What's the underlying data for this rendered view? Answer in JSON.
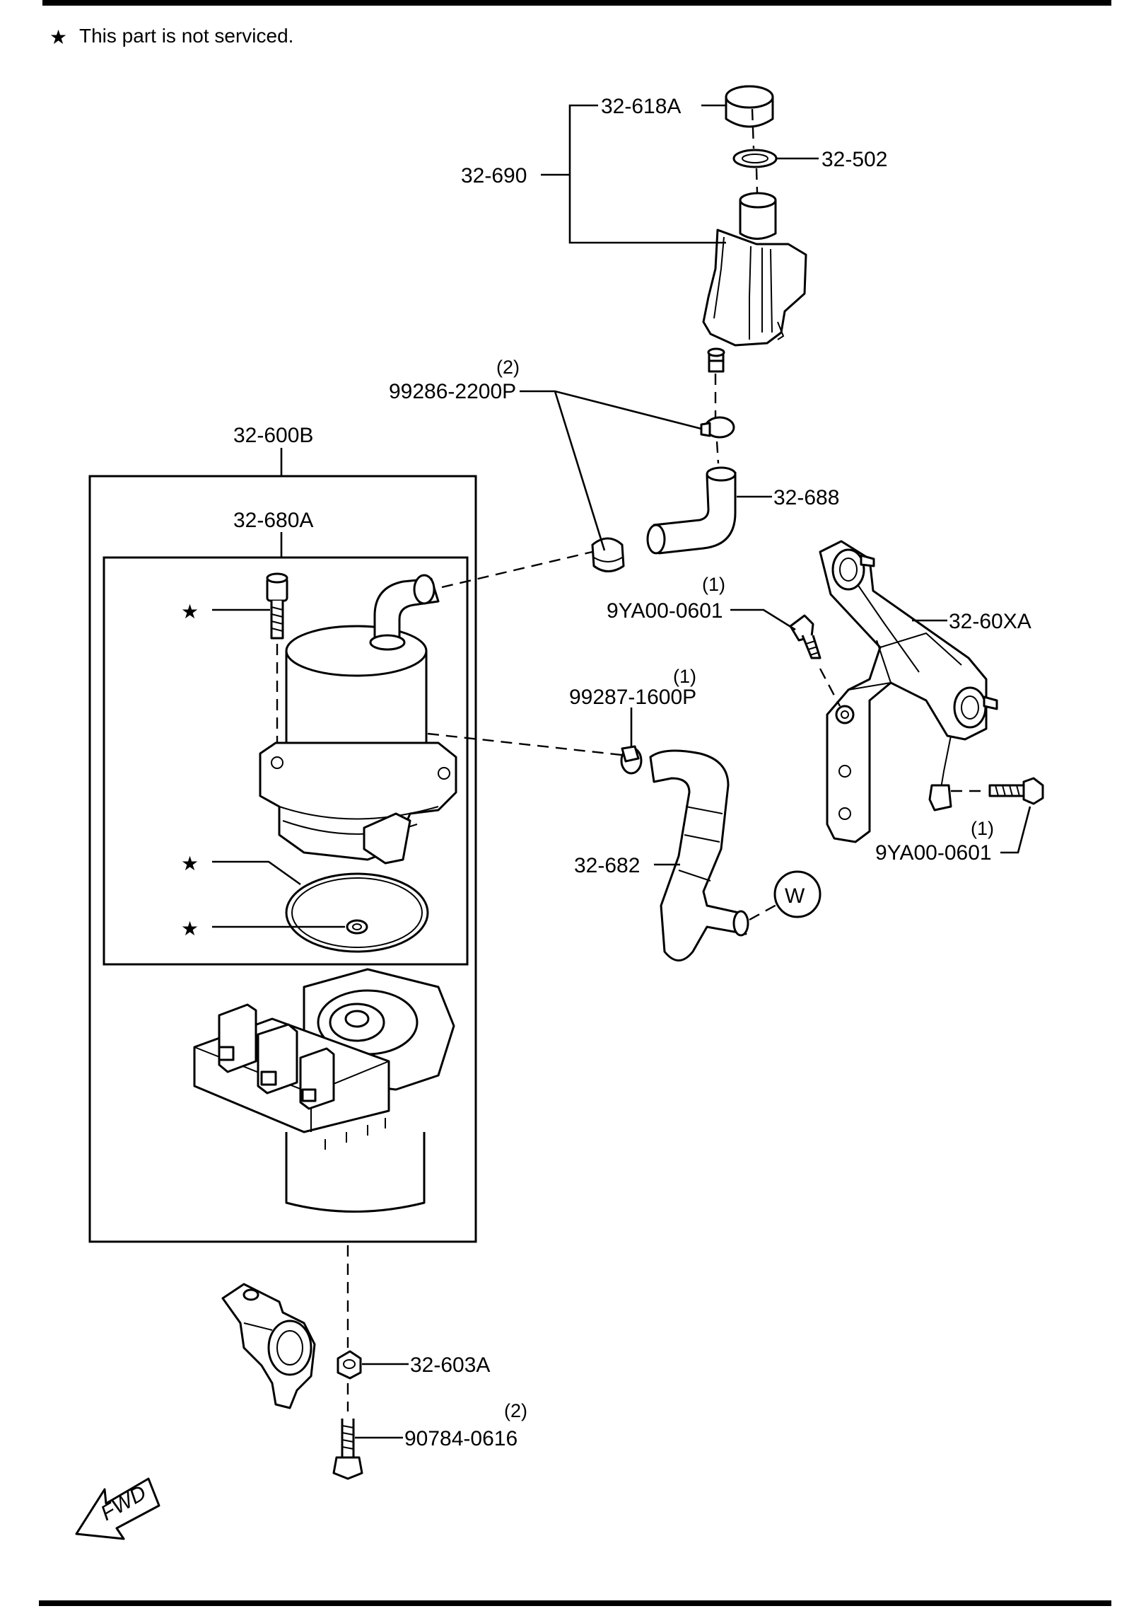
{
  "note": {
    "star": "★",
    "text": "This part is not serviced."
  },
  "labels": {
    "p32_618A": "32-618A",
    "p32_502": "32-502",
    "p32_690": "32-690",
    "p99286": "99286-2200P",
    "p99286_qty": "(2)",
    "p32_688": "32-688",
    "p32_600B": "32-600B",
    "p32_680A": "32-680A",
    "p9YA00_a": "9YA00-0601",
    "p9YA00_a_qty": "(1)",
    "p32_60XA": "32-60XA",
    "p99287": "99287-1600P",
    "p99287_qty": "(1)",
    "p32_682": "32-682",
    "p9YA00_b": "9YA00-0601",
    "p9YA00_b_qty": "(1)",
    "callout_w": "W",
    "p32_603A": "32-603A",
    "p90784": "90784-0616",
    "p90784_qty": "(2)",
    "fwd": "FWD",
    "star": "★"
  }
}
